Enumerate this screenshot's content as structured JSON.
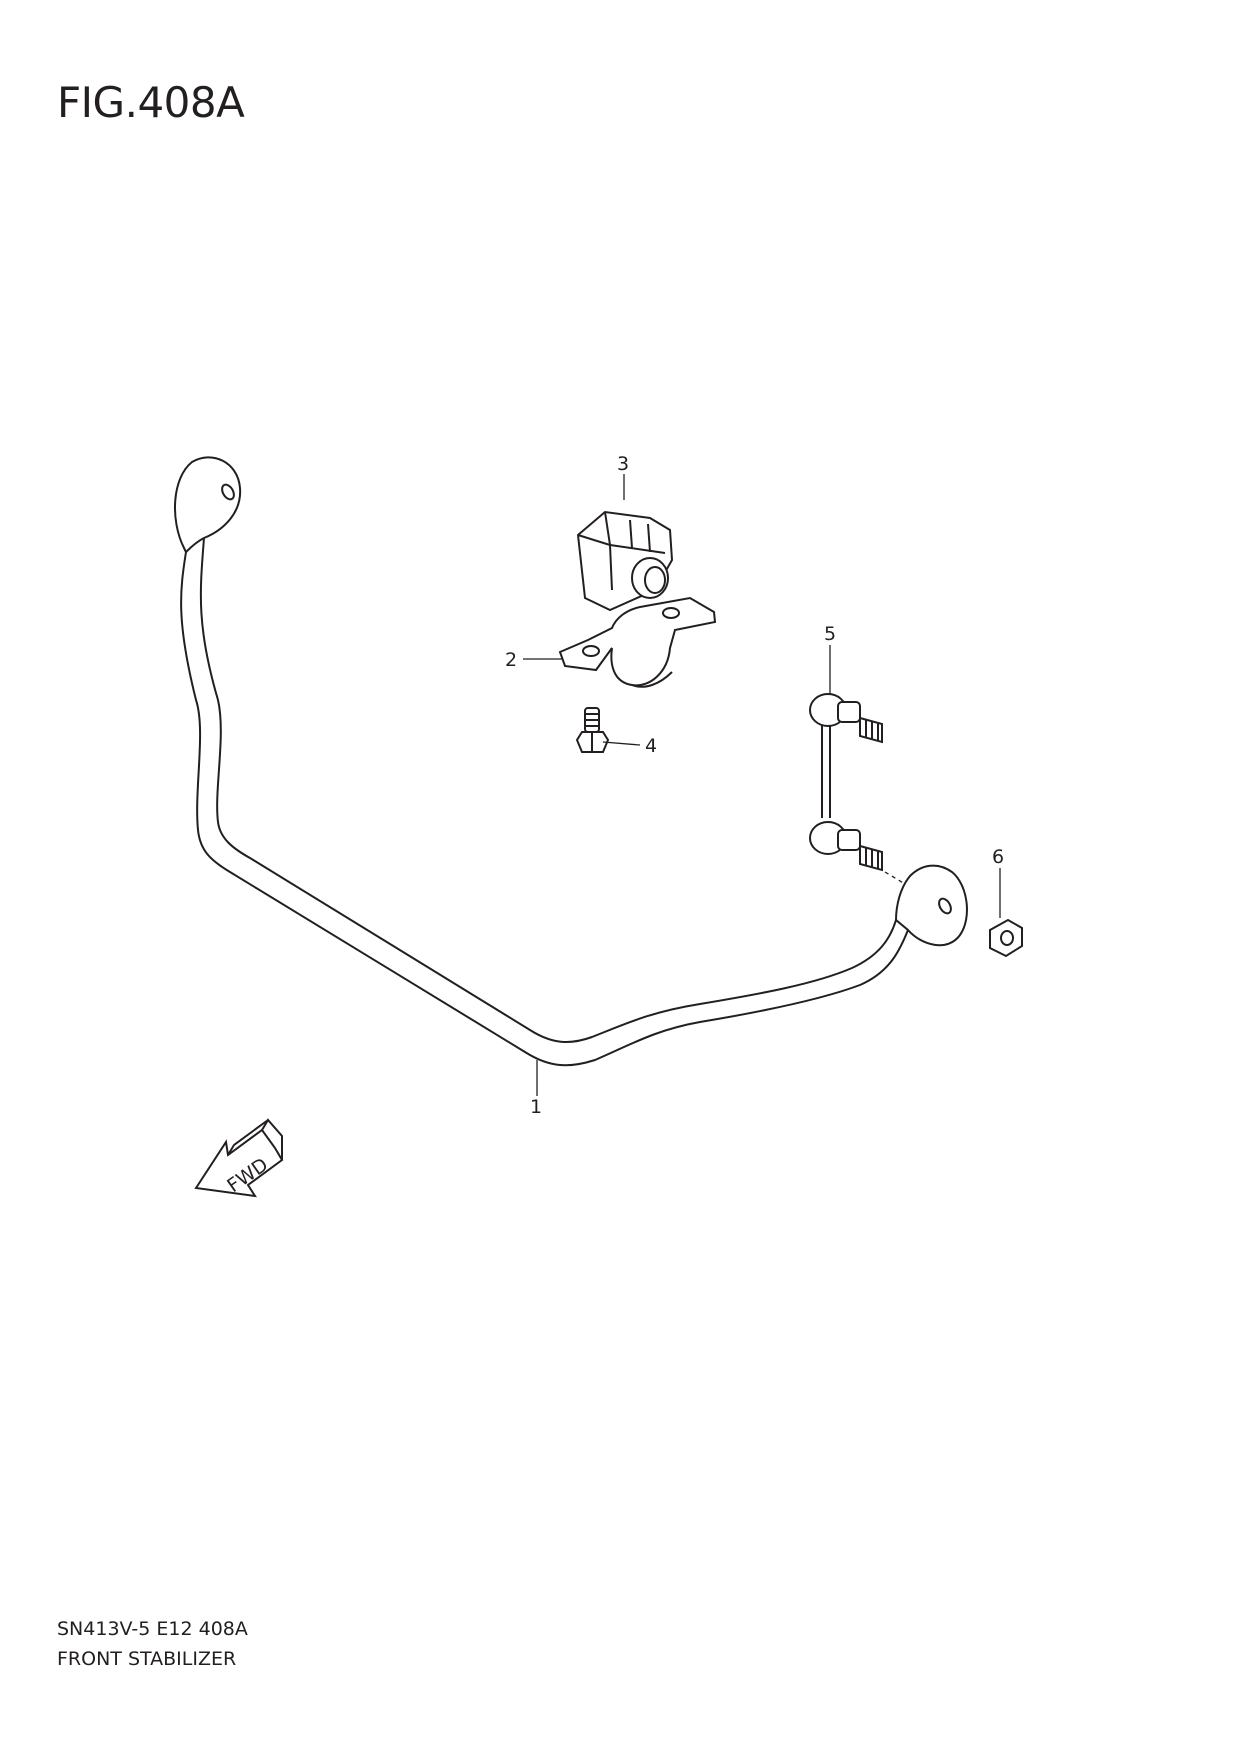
{
  "figure": {
    "title": "FIG.408A"
  },
  "callouts": {
    "part_1": "1",
    "part_2": "2",
    "part_3": "3",
    "part_4": "4",
    "part_5": "5",
    "part_6": "6"
  },
  "fwd_arrow": {
    "label": "FWD"
  },
  "footer": {
    "code": "SN413V-5 E12 408A",
    "name": "FRONT STABILIZER"
  },
  "colors": {
    "ink": "#231f20",
    "background": "#ffffff"
  }
}
